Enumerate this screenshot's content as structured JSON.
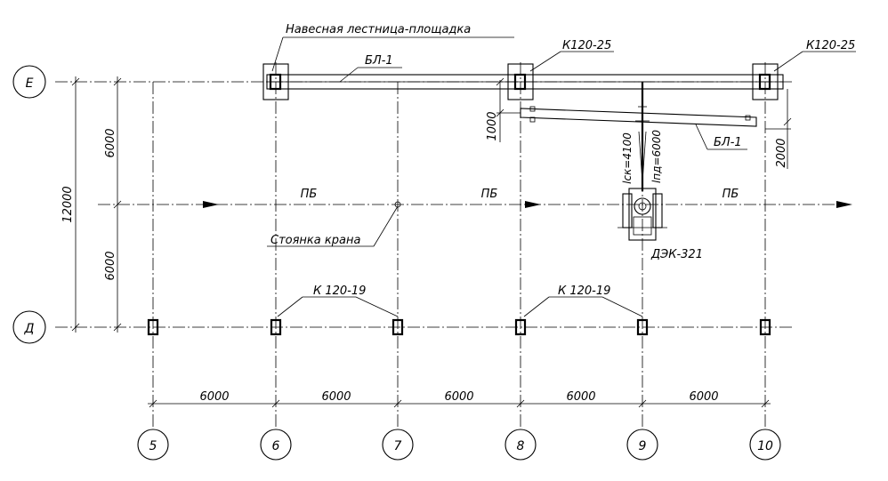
{
  "rows": [
    {
      "label": "Е"
    },
    {
      "label": "Д"
    }
  ],
  "columns": [
    {
      "label": "5"
    },
    {
      "label": "6"
    },
    {
      "label": "7"
    },
    {
      "label": "8"
    },
    {
      "label": "9"
    },
    {
      "label": "10"
    }
  ],
  "dims": {
    "total_vertical": "12000",
    "upper_span": "6000",
    "lower_span": "6000",
    "bottom_spans": [
      "6000",
      "6000",
      "6000",
      "6000",
      "6000"
    ],
    "offset_1000": "1000",
    "offset_2000": "2000"
  },
  "labels": {
    "ladder": "Навесная лестница-площадка",
    "beam_top": "БЛ-1",
    "beam_diag": "БЛ-1",
    "column_top_mid": "К120-25",
    "column_top_right": "К120-25",
    "column_bottom_left": "К 120-19",
    "column_bottom_right": "К 120-19",
    "crane_parking": "Стоянка крана",
    "crane": "ДЭК-321",
    "lck": "lcк=4100",
    "lpd": "lпд=6000",
    "path_1": "ПБ",
    "path_2": "ПБ",
    "path_3": "ПБ"
  }
}
